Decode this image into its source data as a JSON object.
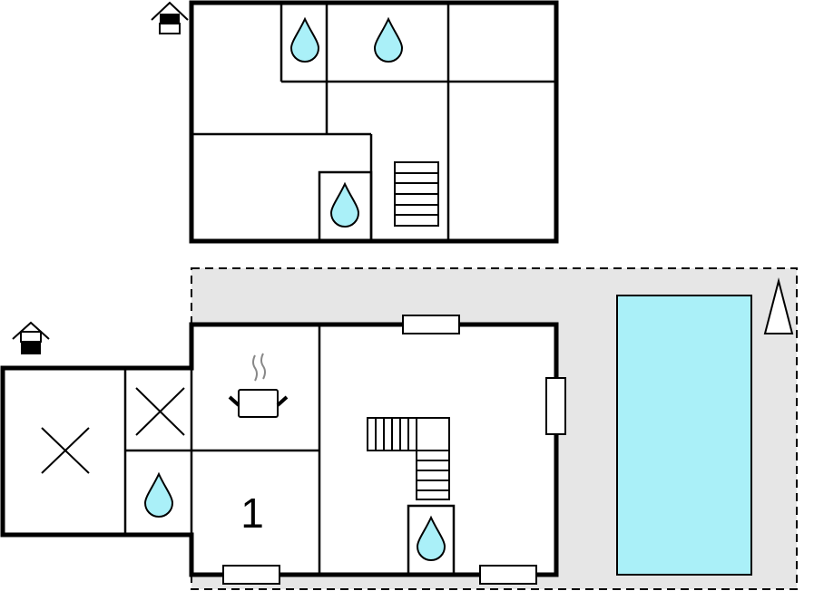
{
  "plan": {
    "title": "Floor plan",
    "floors": [
      {
        "id": "upper-floor",
        "rooms": 7,
        "bathrooms": 3,
        "has_stairs": true
      },
      {
        "id": "ground-floor",
        "room_label": "1",
        "has_kitchen": true,
        "has_stairs": true,
        "bathrooms": 2
      }
    ],
    "features": [
      "terrace",
      "pool",
      "windows",
      "doors"
    ]
  },
  "colors": {
    "water": "#aaf0f8",
    "pool": "#aaf0f8",
    "terrace": "#e6e6e6",
    "wall": "#000000"
  },
  "icons": [
    "house-entrance-icon",
    "water-drop-icon",
    "stairs-icon",
    "cooking-pot-icon",
    "storage-x-icon",
    "north-arrow-icon"
  ]
}
